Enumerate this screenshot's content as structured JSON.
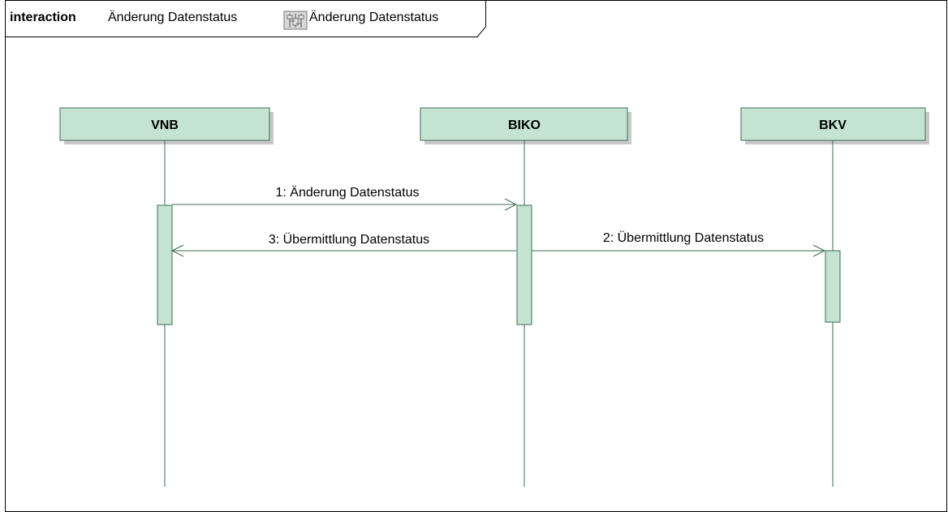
{
  "frame": {
    "keyword": "interaction",
    "name": "Änderung Datenstatus",
    "diagram_icon": "sequence-diagram-icon",
    "diagram_name": "Änderung Datenstatus"
  },
  "lifelines": [
    {
      "id": "vnb",
      "name": "VNB"
    },
    {
      "id": "biko",
      "name": "BIKO"
    },
    {
      "id": "bkv",
      "name": "BKV"
    }
  ],
  "messages": [
    {
      "id": "m1",
      "label": "1: Änderung Datenstatus",
      "from": "vnb",
      "to": "biko"
    },
    {
      "id": "m2",
      "label": "2: Übermittlung Datenstatus",
      "from": "biko",
      "to": "bkv"
    },
    {
      "id": "m3",
      "label": "3: Übermittlung Datenstatus",
      "from": "biko",
      "to": "vnb"
    }
  ],
  "colors": {
    "lifeline_fill": "#c5e3d3",
    "lifeline_stroke": "#3c6e52",
    "shadow": "#c8c8c8",
    "line": "#3c6e52"
  }
}
